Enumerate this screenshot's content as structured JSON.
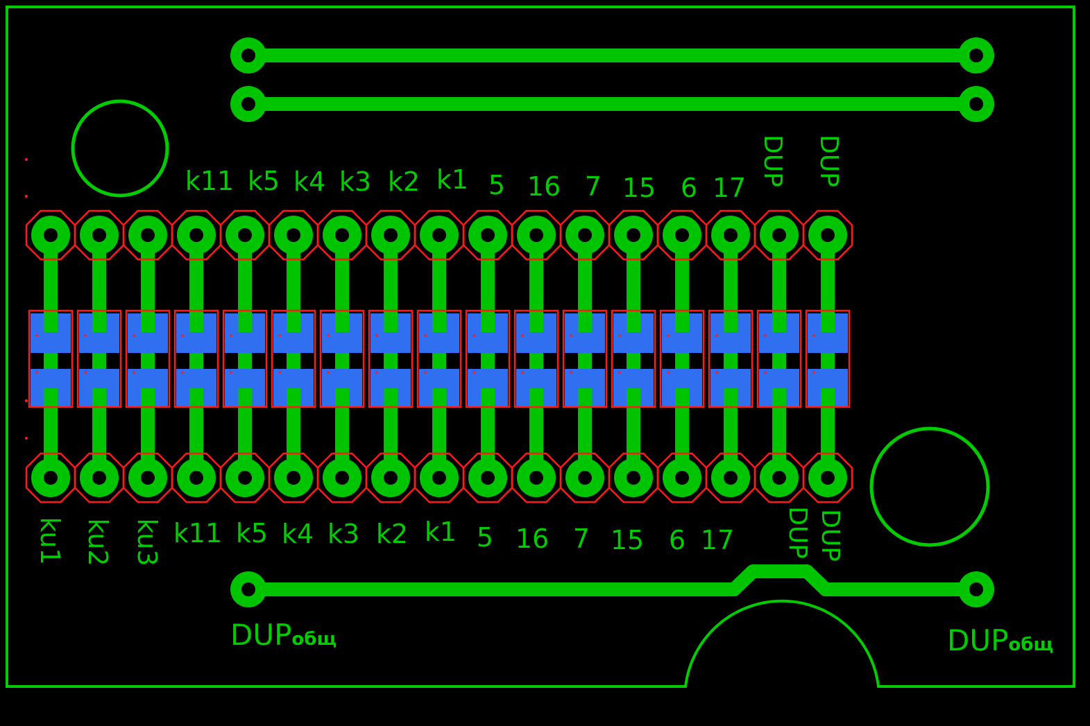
{
  "colors": {
    "background": "#000000",
    "silkscreen": "#00cc00",
    "copper": "#00c400",
    "pad_outline": "#ff1a1a",
    "smd_pad": "#2f6ff0"
  },
  "top_labels": [
    "k11",
    "k5",
    "k4",
    "k3",
    "k2",
    "k1",
    "5",
    "16",
    "7",
    "15",
    "6",
    "17"
  ],
  "top_dup_labels": [
    "DUP",
    "DUP"
  ],
  "bottom_rotated_labels": [
    "ku1",
    "ku2",
    "ku3"
  ],
  "bottom_labels": [
    "k11",
    "k5",
    "k4",
    "k3",
    "k2",
    "k1",
    "5",
    "16",
    "7",
    "15",
    "6",
    "17"
  ],
  "bottom_dup_labels": [
    "DUP",
    "DUP"
  ],
  "net_labels": [
    {
      "main": "DUP",
      "sub": "общ"
    },
    {
      "main": "DUP",
      "sub": "общ"
    }
  ],
  "pad_columns": 17,
  "icons": [
    "mounting-hole-icon",
    "through-hole-pad-icon",
    "smd-pad-icon"
  ]
}
